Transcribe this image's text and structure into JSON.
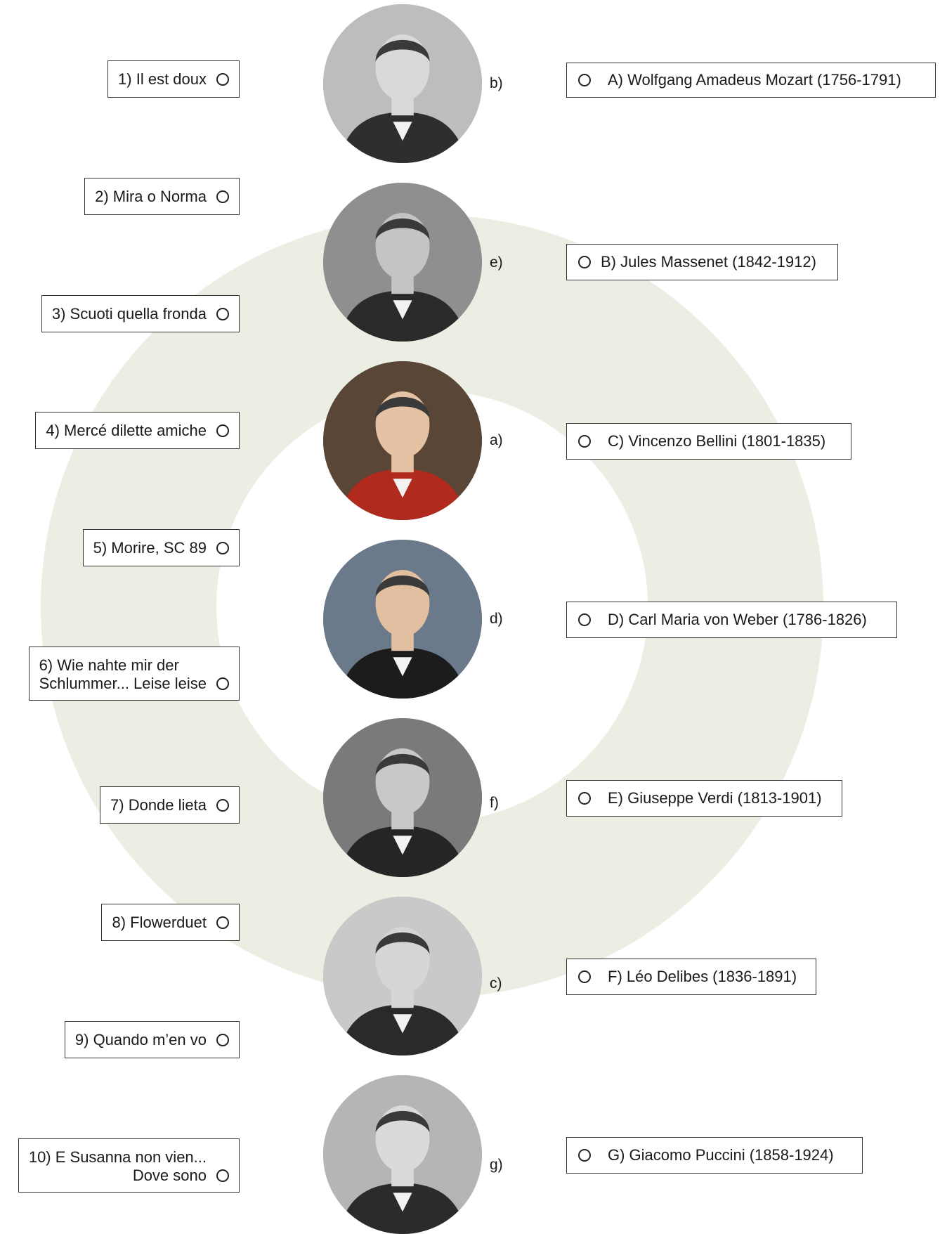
{
  "arias": [
    {
      "label": "1) Il est doux"
    },
    {
      "label": "2) Mira o Norma"
    },
    {
      "label": "3) Scuoti quella fronda"
    },
    {
      "label": "4) Mercé dilette amiche"
    },
    {
      "label": "5) Morire, SC 89"
    },
    {
      "line1": "6) Wie nahte mir der",
      "line2": "Schlummer... Leise leise"
    },
    {
      "label": "7) Donde lieta"
    },
    {
      "label": "8) Flowerduet"
    },
    {
      "label": "9) Quando m’en vo"
    },
    {
      "line1": "10) E Susanna non vien...",
      "line2": "Dove sono"
    }
  ],
  "portraits": [
    {
      "letter": "b)",
      "tone": "#bdbdbd",
      "coat": "#2e2e2e",
      "skin": "#d9d9d9"
    },
    {
      "letter": "e)",
      "tone": "#8f8f8f",
      "coat": "#2a2a2a",
      "skin": "#c4c4c4"
    },
    {
      "letter": "a)",
      "tone": "#5a4636",
      "coat": "#b02a1e",
      "skin": "#e6c2a4"
    },
    {
      "letter": "d)",
      "tone": "#6b7a8a",
      "coat": "#1c1c1c",
      "skin": "#e2bfa0"
    },
    {
      "letter": "f)",
      "tone": "#7a7a7a",
      "coat": "#252525",
      "skin": "#c8c8c8"
    },
    {
      "letter": "c)",
      "tone": "#c9c9c9",
      "coat": "#2a2a2a",
      "skin": "#d6d6d6"
    },
    {
      "letter": "g)",
      "tone": "#b5b5b5",
      "coat": "#2b2b2b",
      "skin": "#dadada"
    }
  ],
  "composers": [
    {
      "label": "A) Wolfgang Amadeus Mozart (1756-1791)"
    },
    {
      "label": "B) Jules Massenet (1842-1912)"
    },
    {
      "label": "C) Vincenzo Bellini (1801-1835)"
    },
    {
      "label": "D) Carl Maria von Weber (1786-1826)"
    },
    {
      "label": "E) Giuseppe Verdi (1813-1901)"
    },
    {
      "label": "F) Léo Delibes (1836-1891)"
    },
    {
      "label": "G) Giacomo Puccini (1858-1924)"
    }
  ],
  "colors": {
    "ring": "#ecede3",
    "border": "#333333"
  }
}
